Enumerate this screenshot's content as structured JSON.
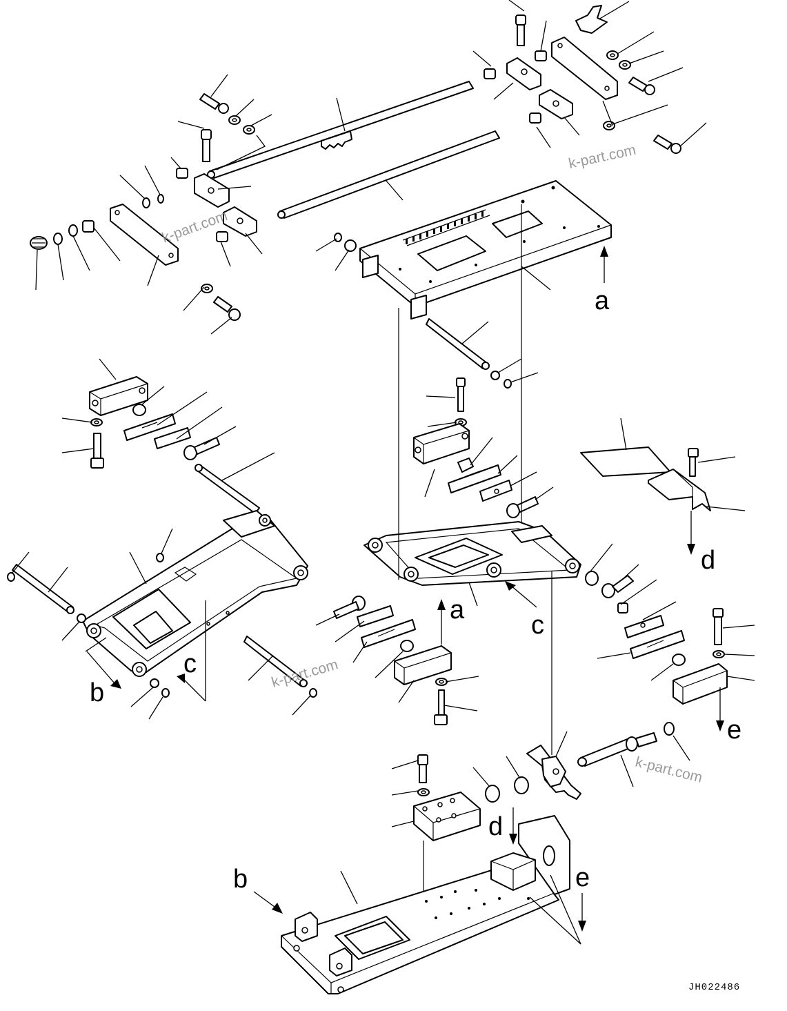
{
  "reference_letters": {
    "a_upper": "a",
    "a_lower": "a",
    "b_left": "b",
    "b_bottom": "b",
    "c_left": "c",
    "c_right": "c",
    "d_upper": "d",
    "d_lower": "d",
    "e_upper": "e",
    "e_lower": "e"
  },
  "watermarks": [
    "k-part.com",
    "k-part.com",
    "k-part.com",
    "k-part.com"
  ],
  "drawing_code": "JH022486"
}
